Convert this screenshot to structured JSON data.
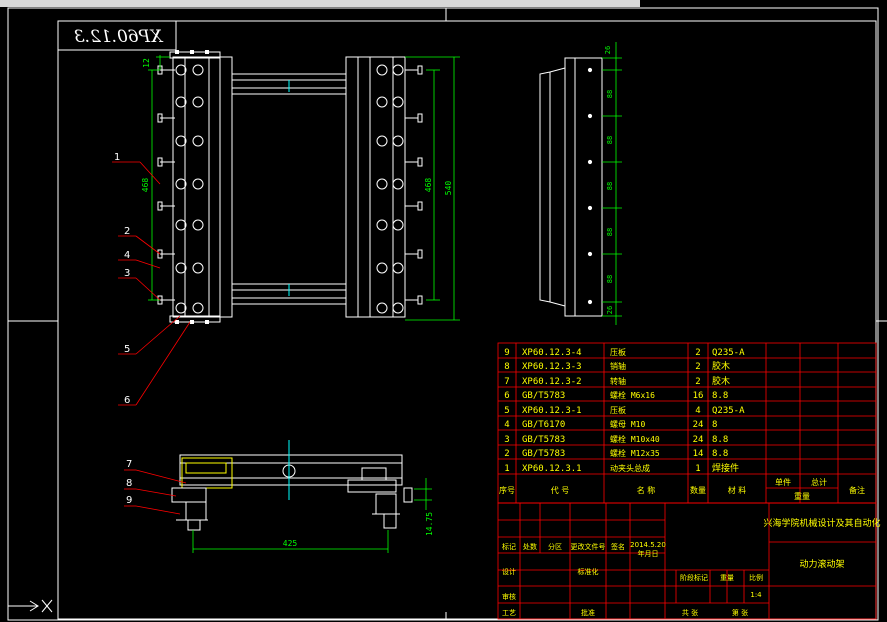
{
  "colors": {
    "background": "#000000",
    "lines": "#ffffff",
    "dimensions": "#00ff00",
    "leaders": "#ff0000",
    "table_grid": "#ff0000",
    "table_text": "#ffff00",
    "part_body": "#ffff00",
    "center_lines": "#00ffff"
  },
  "drawing_number": "XP60.12.3",
  "dimensions": {
    "plan_left_width": "12",
    "plan_left_height": "468",
    "plan_right_height": "468",
    "plan_right_height_total": "540",
    "side_top": "26",
    "side_s1": "88",
    "side_s2": "88",
    "side_s3": "88",
    "side_s4": "88",
    "side_s5": "88",
    "side_bottom": "26",
    "front_width": "425",
    "front_height": "14.75"
  },
  "callouts": [
    "1",
    "2",
    "4",
    "3",
    "5",
    "6",
    "7",
    "8",
    "9"
  ],
  "bom": [
    {
      "no": "9",
      "code": "XP60.12.3-4",
      "name": "压板",
      "qty": "2",
      "material": "Q235-A"
    },
    {
      "no": "8",
      "code": "XP60.12.3-3",
      "name": "销轴",
      "qty": "2",
      "material": "胶木"
    },
    {
      "no": "7",
      "code": "XP60.12.3-2",
      "name": "转轴",
      "qty": "2",
      "material": "胶木"
    },
    {
      "no": "6",
      "code": "GB/T5783",
      "name": "螺栓 M6x16",
      "qty": "16",
      "material": "8.8"
    },
    {
      "no": "5",
      "code": "XP60.12.3-1",
      "name": "压板",
      "qty": "4",
      "material": "Q235-A"
    },
    {
      "no": "4",
      "code": "GB/T6170",
      "name": "螺母 M10",
      "qty": "24",
      "material": "8"
    },
    {
      "no": "3",
      "code": "GB/T5783",
      "name": "螺栓 M10x40",
      "qty": "24",
      "material": "8.8"
    },
    {
      "no": "2",
      "code": "GB/T5783",
      "name": "螺栓 M12x35",
      "qty": "14",
      "material": "8.8"
    },
    {
      "no": "1",
      "code": "XP60.12.3.1",
      "name": "动夹头总成",
      "qty": "1",
      "material": "焊接件"
    }
  ],
  "bom_header": {
    "no": "序号",
    "code": "代 号",
    "name": "名 称",
    "qty": "数量",
    "material": "材 料",
    "single": "单件",
    "total": "总计",
    "weight": "重量",
    "remark": "备注"
  },
  "title_block": {
    "project": "兴海学院机械设计及其自动化",
    "drawing_name": "动力滚动架",
    "date": "2014.5.20",
    "scale": "1:4",
    "stage_mark": "阶段标记",
    "weight_label": "重量",
    "ratio_label": "比例",
    "sheets_label": "共 张",
    "sheet_label": "第 张",
    "design": "设计",
    "standardize": "标准化",
    "mark": "标记",
    "count": "处数",
    "zone": "分区",
    "change_doc": "更改文件号",
    "sign": "签名",
    "ymd": "年月日",
    "review": "审核",
    "process": "工艺",
    "approve": "批准"
  }
}
